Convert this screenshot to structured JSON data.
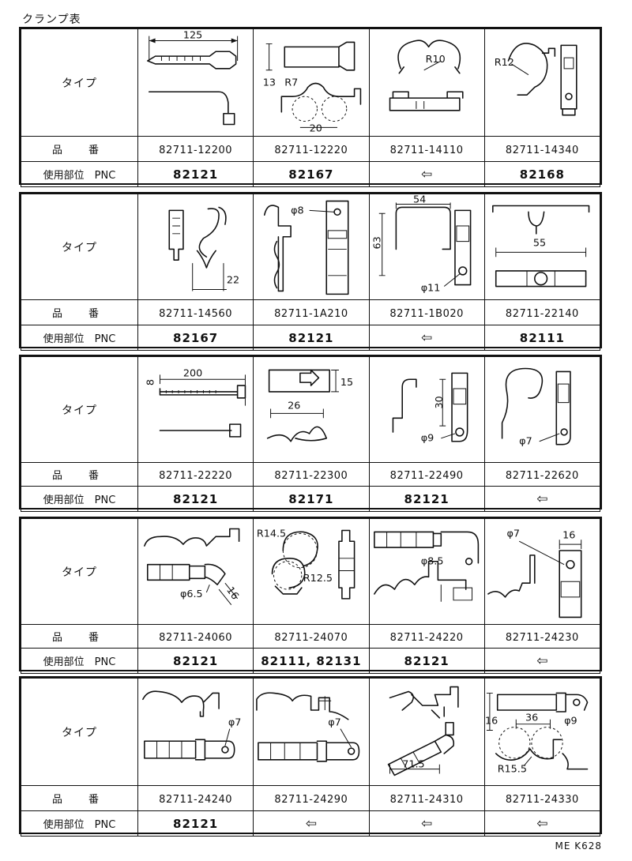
{
  "title": "クランプ表",
  "row_labels": {
    "type": "タイプ",
    "part_no": "品　番",
    "usage": "使用部位　PNC"
  },
  "blocks": [
    {
      "items": [
        {
          "part_no": "82711-12200",
          "pnc": "82121",
          "dims": [
            "125"
          ]
        },
        {
          "part_no": "82711-12220",
          "pnc": "82167",
          "dims": [
            "13",
            "R7",
            "20"
          ]
        },
        {
          "part_no": "82711-14110",
          "pnc": "⇦",
          "dims": [
            "R10"
          ]
        },
        {
          "part_no": "82711-14340",
          "pnc": "82168",
          "dims": [
            "R12"
          ]
        }
      ]
    },
    {
      "items": [
        {
          "part_no": "82711-14560",
          "pnc": "82167",
          "dims": [
            "22"
          ]
        },
        {
          "part_no": "82711-1A210",
          "pnc": "82121",
          "dims": [
            "φ8"
          ]
        },
        {
          "part_no": "82711-1B020",
          "pnc": "⇦",
          "dims": [
            "54",
            "63",
            "φ11"
          ]
        },
        {
          "part_no": "82711-22140",
          "pnc": "82111",
          "dims": [
            "55"
          ]
        }
      ]
    },
    {
      "items": [
        {
          "part_no": "82711-22220",
          "pnc": "82121",
          "dims": [
            "200",
            "8"
          ]
        },
        {
          "part_no": "82711-22300",
          "pnc": "82171",
          "dims": [
            "15",
            "26"
          ]
        },
        {
          "part_no": "82711-22490",
          "pnc": "82121",
          "dims": [
            "30",
            "φ9"
          ]
        },
        {
          "part_no": "82711-22620",
          "pnc": "⇦",
          "dims": [
            "φ7"
          ]
        }
      ]
    },
    {
      "items": [
        {
          "part_no": "82711-24060",
          "pnc": "82121",
          "dims": [
            "φ6.5",
            "16"
          ]
        },
        {
          "part_no": "82711-24070",
          "pnc": "82111, 82131",
          "dims": [
            "R14.5",
            "R12.5"
          ]
        },
        {
          "part_no": "82711-24220",
          "pnc": "82121",
          "dims": [
            "φ8.5"
          ]
        },
        {
          "part_no": "82711-24230",
          "pnc": "⇦",
          "dims": [
            "φ7",
            "16"
          ]
        }
      ]
    },
    {
      "items": [
        {
          "part_no": "82711-24240",
          "pnc": "82121",
          "dims": [
            "φ7"
          ]
        },
        {
          "part_no": "82711-24290",
          "pnc": "⇦",
          "dims": [
            "φ7"
          ]
        },
        {
          "part_no": "82711-24310",
          "pnc": "⇦",
          "dims": [
            "71.5"
          ]
        },
        {
          "part_no": "82711-24330",
          "pnc": "⇦",
          "dims": [
            "16",
            "36",
            "φ9",
            "R15.5"
          ]
        }
      ]
    }
  ],
  "code": "ME K628"
}
